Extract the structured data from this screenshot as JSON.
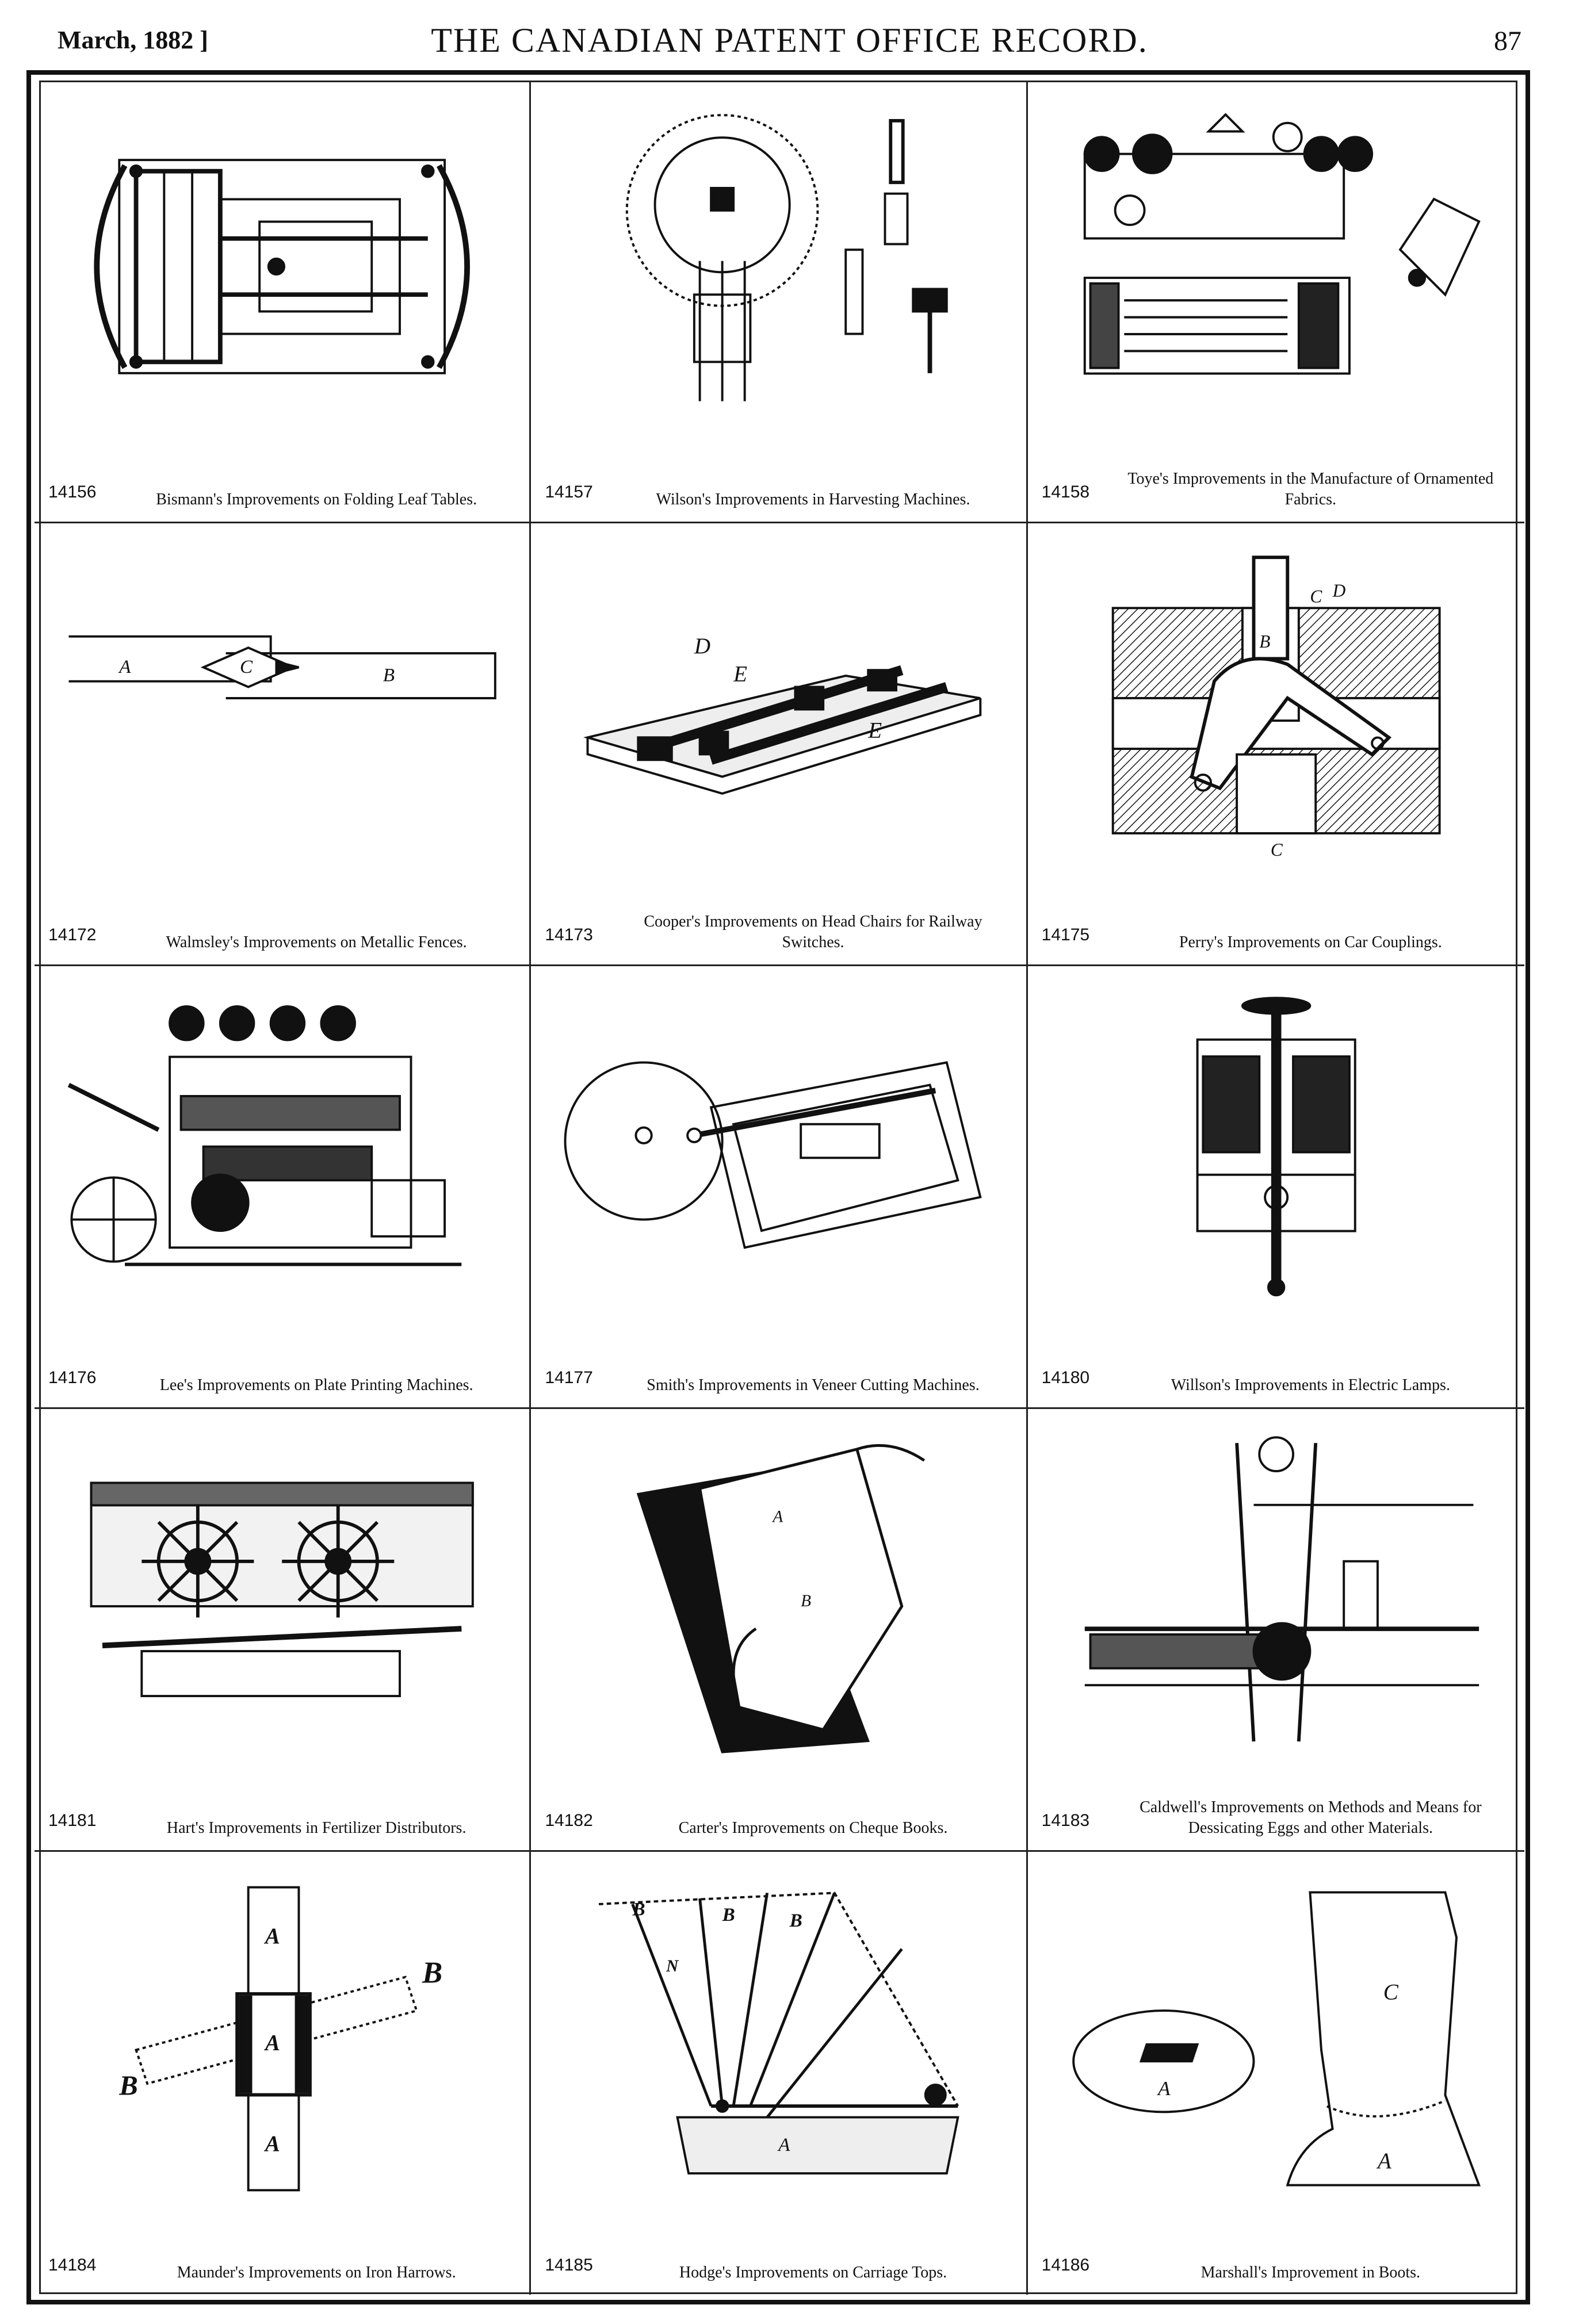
{
  "header": {
    "date": "March, 1882 ]",
    "title": "THE CANADIAN PATENT OFFICE RECORD.",
    "page_number": "87"
  },
  "entries": [
    {
      "number": "14156",
      "caption": "Bismann's Improvements on Folding Leaf Tables."
    },
    {
      "number": "14157",
      "caption": "Wilson's Improvements in Harvesting Machines."
    },
    {
      "number": "14158",
      "caption": "Toye's Improvements in the Manufacture of Ornamented Fabrics."
    },
    {
      "number": "14172",
      "caption": "Walmsley's Improvements on Metallic Fences."
    },
    {
      "number": "14173",
      "caption": "Cooper's Improvements on Head Chairs for Railway Switches."
    },
    {
      "number": "14175",
      "caption": "Perry's Improvements on Car Couplings."
    },
    {
      "number": "14176",
      "caption": "Lee's Improvements on Plate Printing Machines."
    },
    {
      "number": "14177",
      "caption": "Smith's Improvements in Veneer Cutting Machines."
    },
    {
      "number": "14180",
      "caption": "Willson's Improvements in Electric Lamps."
    },
    {
      "number": "14181",
      "caption": "Hart's Improvements in Fertilizer Distributors."
    },
    {
      "number": "14182",
      "caption": "Carter's Improvements on Cheque Books."
    },
    {
      "number": "14183",
      "caption": "Caldwell's Improvements on Methods and Means for Dessicating Eggs and other Materials."
    },
    {
      "number": "14184",
      "caption": "Maunder's Improvements on Iron Harrows."
    },
    {
      "number": "14185",
      "caption": "Hodge's Improvements on Carriage Tops."
    },
    {
      "number": "14186",
      "caption": "Marshall's Improvement in Boots."
    }
  ],
  "figure_labels": {
    "walmsley": [
      "A",
      "C",
      "B"
    ],
    "cooper": [
      "D",
      "E",
      "E"
    ],
    "perry": [
      "B",
      "C",
      "D",
      "C"
    ],
    "carter": [
      "A",
      "B"
    ],
    "maunder": [
      "A",
      "A",
      "A",
      "B",
      "B"
    ],
    "hodge": [
      "B",
      "B",
      "B",
      "N",
      "A"
    ],
    "marshall": [
      "C",
      "A",
      "A"
    ]
  }
}
